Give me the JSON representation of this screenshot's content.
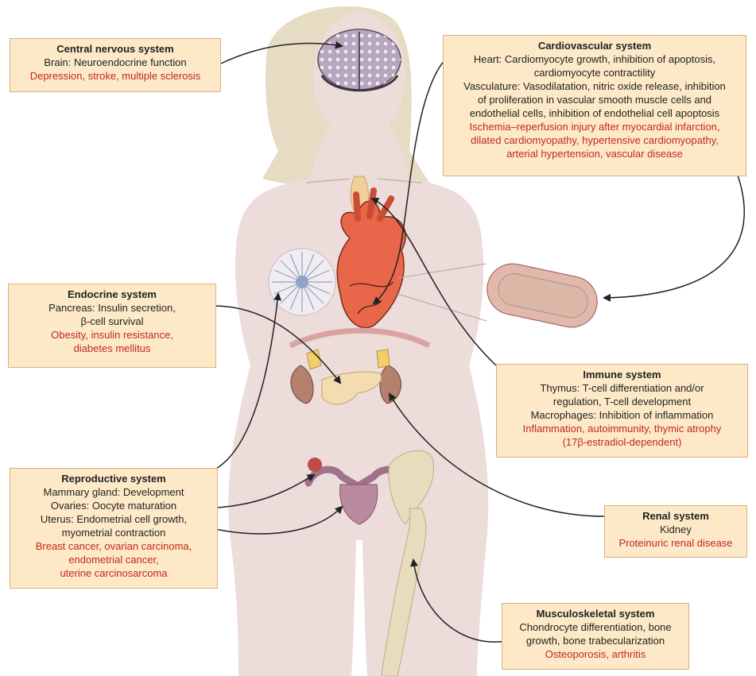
{
  "systems": {
    "cns": {
      "title": "Central nervous system",
      "functions": [
        "Brain: Neuroendocrine function"
      ],
      "diseases": [
        "Depression, stroke, multiple sclerosis"
      ]
    },
    "cardio": {
      "title": "Cardiovascular system",
      "functions": [
        "Heart: Cardiomyocyte growth, inhibition of apoptosis,",
        "cardiomyocyte contractility",
        "Vasculature: Vasodilatation, nitric oxide release, inhibition",
        "of proliferation in vascular smooth muscle cells and",
        "endothelial cells, inhibition of endothelial cell apoptosis"
      ],
      "diseases": [
        "Ischemia–reperfusion injury after myocardial infarction,",
        "dilated cardiomyopathy, hypertensive cardiomyopathy,",
        "arterial hypertension, vascular disease"
      ]
    },
    "endocrine": {
      "title": "Endocrine system",
      "functions": [
        "Pancreas: Insulin secretion,",
        "β-cell survival"
      ],
      "diseases": [
        "Obesity, insulin resistance,",
        "diabetes mellitus"
      ]
    },
    "immune": {
      "title": "Immune system",
      "functions": [
        "Thymus: T-cell differentiation and/or",
        "regulation, T-cell development",
        "Macrophages: Inhibition of inflammation"
      ],
      "diseases": [
        "Inflammation, autoimmunity, thymic atrophy",
        "(17β-estradiol-dependent)"
      ]
    },
    "reproductive": {
      "title": "Reproductive system",
      "functions": [
        "Mammary gland: Development",
        "Ovaries: Oocyte maturation",
        "Uterus: Endometrial cell growth,",
        "myometrial contraction"
      ],
      "diseases": [
        "Breast cancer, ovarian carcinoma,",
        "endometrial cancer,",
        "uterine carcinosarcoma"
      ]
    },
    "renal": {
      "title": "Renal system",
      "functions": [
        "Kidney"
      ],
      "diseases": [
        "Proteinuric renal disease"
      ]
    },
    "musculo": {
      "title": "Musculoskeletal system",
      "functions": [
        "Chondrocyte differentiation, bone",
        "growth, bone trabecularization"
      ],
      "diseases": [
        "Osteoporosis, arthritis"
      ]
    }
  },
  "colors": {
    "box_fill": "#fde9c7",
    "box_border": "#d9b27a",
    "disease_text": "#c0281e",
    "body_fill": "#ecdcda",
    "hair": "#e6dcc4"
  }
}
